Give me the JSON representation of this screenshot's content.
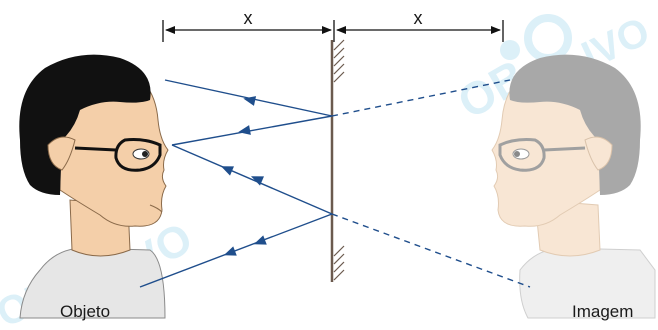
{
  "diagram": {
    "labels": {
      "distance_left": "x",
      "distance_right": "x",
      "object": "Objeto",
      "image": "Imagem"
    },
    "watermark": "OBJETIVO",
    "colors": {
      "ray": "#1f4e8c",
      "dimension": "#111111",
      "mirror": "#6b5a4e",
      "hair": "#111111",
      "skin": "#f4cfa9",
      "shirt": "#e6e6e6",
      "image_hair": "#a8a8a8",
      "image_skin": "#f8e6d4",
      "watermark": "#bfe3f2"
    }
  }
}
